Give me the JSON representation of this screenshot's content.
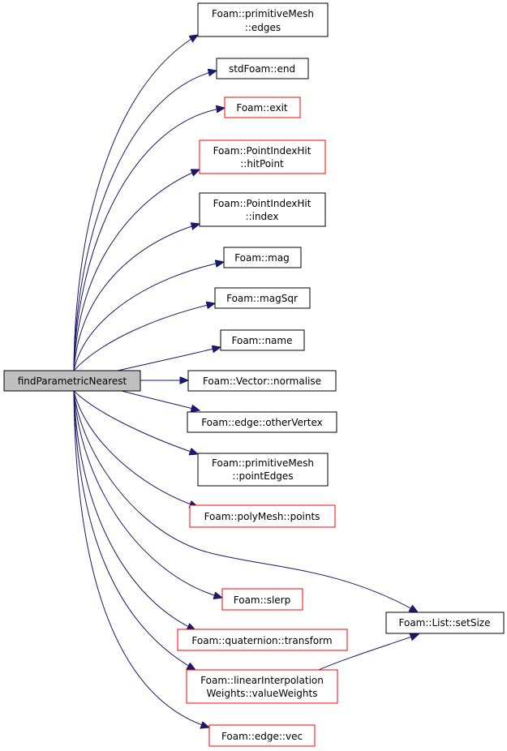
{
  "graph": {
    "root": {
      "label": "findParametricNearest"
    },
    "nodes": [
      {
        "id": "primitiveMesh-edges",
        "lines": [
          "Foam::primitiveMesh",
          "::edges"
        ],
        "border": "black"
      },
      {
        "id": "stdFoam-end",
        "lines": [
          "stdFoam::end"
        ],
        "border": "black"
      },
      {
        "id": "exit",
        "lines": [
          "Foam::exit"
        ],
        "border": "red"
      },
      {
        "id": "pointindexhit-hitpoint",
        "lines": [
          "Foam::PointIndexHit",
          "::hitPoint"
        ],
        "border": "red"
      },
      {
        "id": "pointindexhit-index",
        "lines": [
          "Foam::PointIndexHit",
          "::index"
        ],
        "border": "black"
      },
      {
        "id": "mag",
        "lines": [
          "Foam::mag"
        ],
        "border": "black"
      },
      {
        "id": "magsqr",
        "lines": [
          "Foam::magSqr"
        ],
        "border": "black"
      },
      {
        "id": "name",
        "lines": [
          "Foam::name"
        ],
        "border": "black"
      },
      {
        "id": "vector-normalise",
        "lines": [
          "Foam::Vector::normalise"
        ],
        "border": "black"
      },
      {
        "id": "edge-othervertex",
        "lines": [
          "Foam::edge::otherVertex"
        ],
        "border": "black"
      },
      {
        "id": "primitiveMesh-pointedges",
        "lines": [
          "Foam::primitiveMesh",
          "::pointEdges"
        ],
        "border": "black"
      },
      {
        "id": "polymesh-points",
        "lines": [
          "Foam::polyMesh::points"
        ],
        "border": "red"
      },
      {
        "id": "slerp",
        "lines": [
          "Foam::slerp"
        ],
        "border": "red"
      },
      {
        "id": "quaternion-transform",
        "lines": [
          "Foam::quaternion::transform"
        ],
        "border": "red"
      },
      {
        "id": "linearinterpolationweights-valueweights",
        "lines": [
          "Foam::linearInterpolation",
          "Weights::valueWeights"
        ],
        "border": "red"
      },
      {
        "id": "edge-vec",
        "lines": [
          "Foam::edge::vec"
        ],
        "border": "red"
      },
      {
        "id": "list-setsize",
        "lines": [
          "Foam::List::setSize"
        ],
        "border": "black"
      }
    ],
    "edges": [
      {
        "from": "root",
        "to": "primitiveMesh-edges"
      },
      {
        "from": "root",
        "to": "stdFoam-end"
      },
      {
        "from": "root",
        "to": "exit"
      },
      {
        "from": "root",
        "to": "pointindexhit-hitpoint"
      },
      {
        "from": "root",
        "to": "pointindexhit-index"
      },
      {
        "from": "root",
        "to": "mag"
      },
      {
        "from": "root",
        "to": "magsqr"
      },
      {
        "from": "root",
        "to": "name"
      },
      {
        "from": "root",
        "to": "vector-normalise"
      },
      {
        "from": "root",
        "to": "edge-othervertex"
      },
      {
        "from": "root",
        "to": "primitiveMesh-pointedges"
      },
      {
        "from": "root",
        "to": "polymesh-points"
      },
      {
        "from": "root",
        "to": "list-setsize"
      },
      {
        "from": "root",
        "to": "slerp"
      },
      {
        "from": "root",
        "to": "quaternion-transform"
      },
      {
        "from": "root",
        "to": "linearinterpolationweights-valueweights"
      },
      {
        "from": "root",
        "to": "edge-vec"
      },
      {
        "from": "linearinterpolationweights-valueweights",
        "to": "list-setsize"
      }
    ]
  }
}
